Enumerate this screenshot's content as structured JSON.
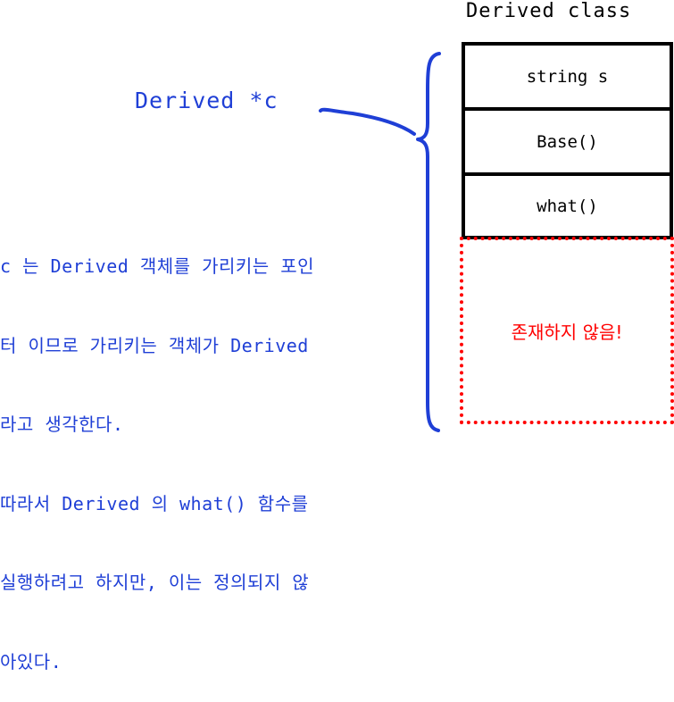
{
  "class_diagram": {
    "title": "Derived class",
    "members": [
      {
        "label": "string s"
      },
      {
        "label": "Base()"
      },
      {
        "label": "what()"
      }
    ],
    "missing_label": "존재하지 않음!"
  },
  "pointer": {
    "label": "Derived *c"
  },
  "explanation": {
    "lines": [
      "c 는 Derived 객체를 가리키는 포인",
      "터 이므로 가리키는 객체가 Derived",
      "라고 생각한다.",
      "따라서 Derived 의 what() 함수를",
      "실행하려고 하지만, 이는 정의되지 않",
      "아있다."
    ]
  },
  "colors": {
    "annotation": "#1f3fd6",
    "missing": "#ff0000",
    "box_border": "#000000"
  }
}
